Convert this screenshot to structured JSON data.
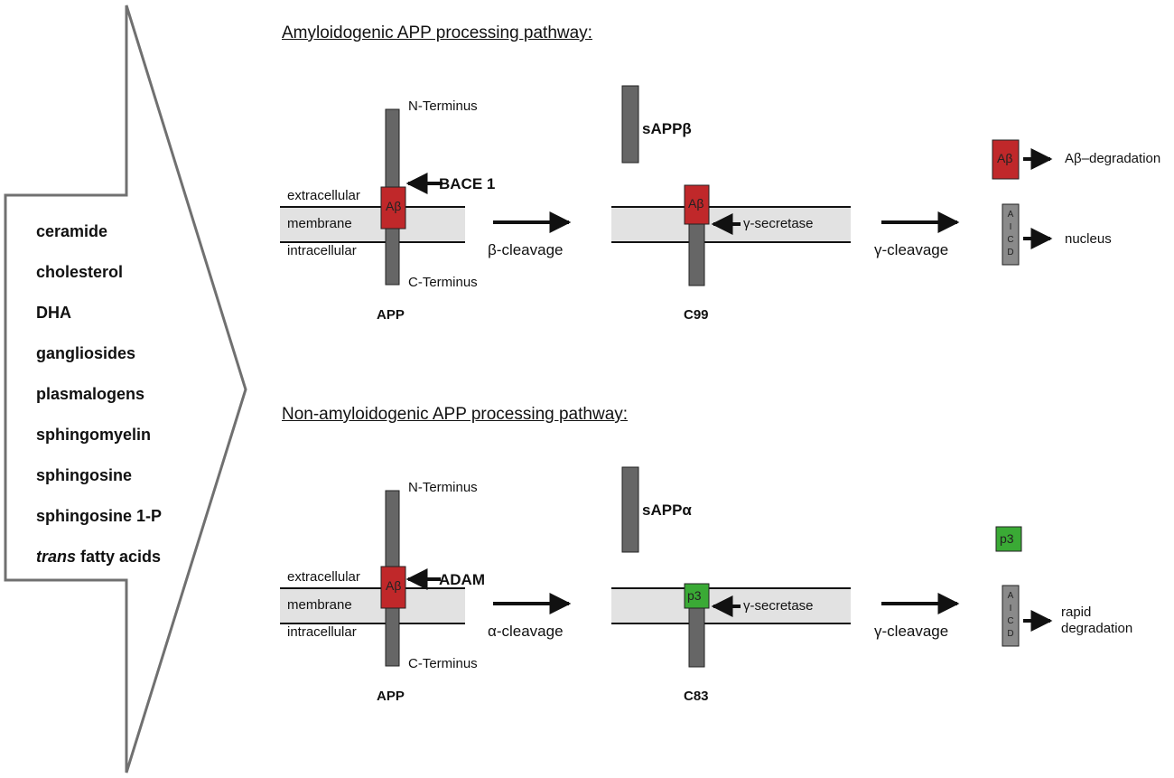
{
  "lipids": [
    {
      "italic": "",
      "text": "ceramide"
    },
    {
      "italic": "",
      "text": "cholesterol"
    },
    {
      "italic": "",
      "text": "DHA"
    },
    {
      "italic": "",
      "text": "gangliosides"
    },
    {
      "italic": "",
      "text": "plasmalogens"
    },
    {
      "italic": "",
      "text": "sphingomyelin"
    },
    {
      "italic": "",
      "text": "sphingosine"
    },
    {
      "italic": "",
      "text": "sphingosine 1-P"
    },
    {
      "italic": "trans",
      "text": " fatty acids"
    }
  ],
  "amyloidogenic": {
    "heading": "Amyloidogenic APP processing pathway:",
    "n_terminus": "N-Terminus",
    "c_terminus": "C-Terminus",
    "extracellular": "extracellular",
    "membrane": "membrane",
    "intracellular": "intracellular",
    "abeta": "Aβ",
    "enzyme": "BACE 1",
    "app": "APP",
    "cleavage1": "β-cleavage",
    "fragment": "sAPPβ",
    "secretase": "γ-secretase",
    "ctf": "C99",
    "cleavage2": "γ-cleavage",
    "product": "Aβ",
    "product_fate": "Aβ–degradation",
    "aicd_letters": [
      "A",
      "I",
      "C",
      "D"
    ],
    "aicd_fate": "nucleus"
  },
  "nonamyloidogenic": {
    "heading": "Non-amyloidogenic APP processing pathway:",
    "n_terminus": "N-Terminus",
    "c_terminus": "C-Terminus",
    "extracellular": "extracellular",
    "membrane": "membrane",
    "intracellular": "intracellular",
    "abeta": "Aβ",
    "enzyme": "ADAM",
    "app": "APP",
    "cleavage1": "α-cleavage",
    "fragment": "sAPPα",
    "ctf_box": "p3",
    "secretase": "γ-secretase",
    "ctf": "C83",
    "cleavage2": "γ-cleavage",
    "product": "p3",
    "aicd_letters": [
      "A",
      "I",
      "C",
      "D"
    ],
    "aicd_fate_line1": "rapid",
    "aicd_fate_line2": "degradation"
  },
  "colors": {
    "outline": "#6b6b6b",
    "stalk": "#666666",
    "membrane": "#e2e2e2",
    "abeta": "#c0282a",
    "p3": "#3aaa35"
  }
}
